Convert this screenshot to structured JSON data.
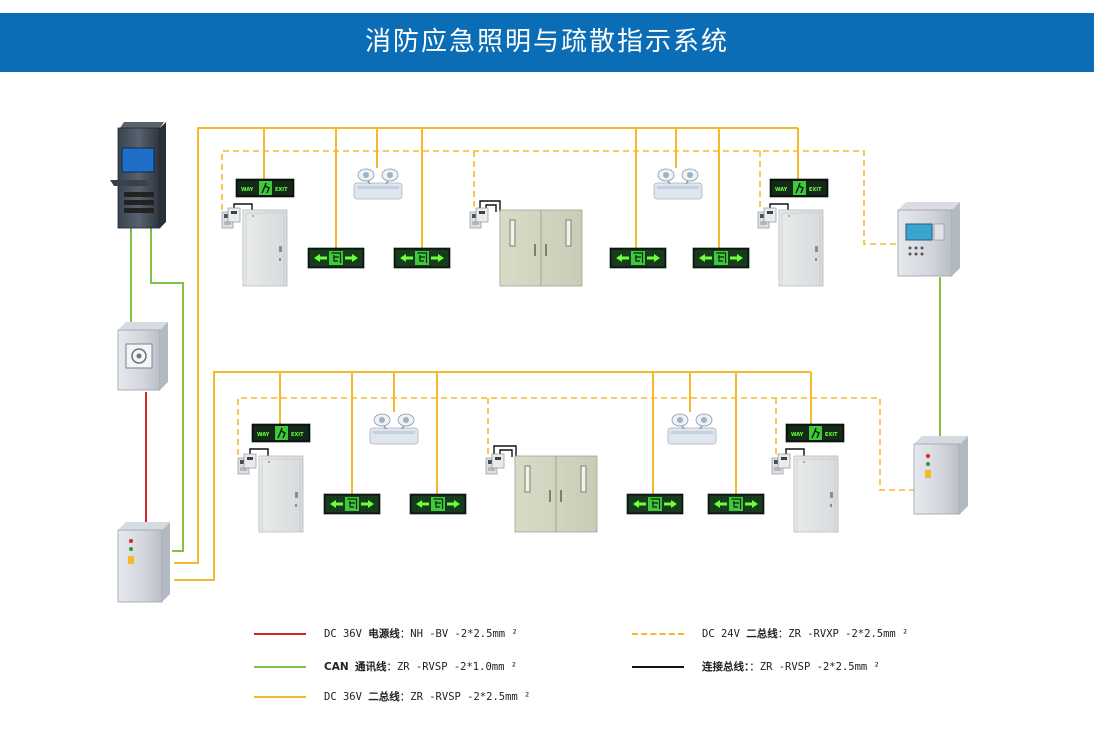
{
  "title": "消防应急照明与疏散指示系统",
  "colors": {
    "banner": "#0b6db5",
    "power_36v": "#d9232a",
    "can_line": "#7dc242",
    "bus_36v": "#f6b92b",
    "bus_24v": "#f6b92b",
    "connect_bus": "#111111"
  },
  "signs": {
    "exit_label": "EXIT",
    "arrow_glyph": "闭"
  },
  "legend": [
    {
      "id": "power",
      "style": "solid-red",
      "prefix": "DC 36V",
      "name": "电源线",
      "spec": "：NH -BV -2*2.5mm ²"
    },
    {
      "id": "can",
      "style": "solid-green",
      "prefix": "CAN",
      "name": "通讯线",
      "spec": "：ZR -RVSP -2*1.0mm ²"
    },
    {
      "id": "bus36",
      "style": "solid-yellow",
      "prefix": "DC 36V",
      "name": "二总线",
      "spec": "：ZR -RVSP -2*2.5mm ²"
    },
    {
      "id": "bus24",
      "style": "dashed-yellow",
      "prefix": "DC 24V",
      "name": "二总线",
      "spec": "：ZR -RVXP -2*2.5mm ²"
    },
    {
      "id": "connect",
      "style": "solid-black",
      "prefix": "",
      "name": "连接总线：",
      "spec": "：ZR -RVSP -2*2.5mm ²"
    }
  ]
}
